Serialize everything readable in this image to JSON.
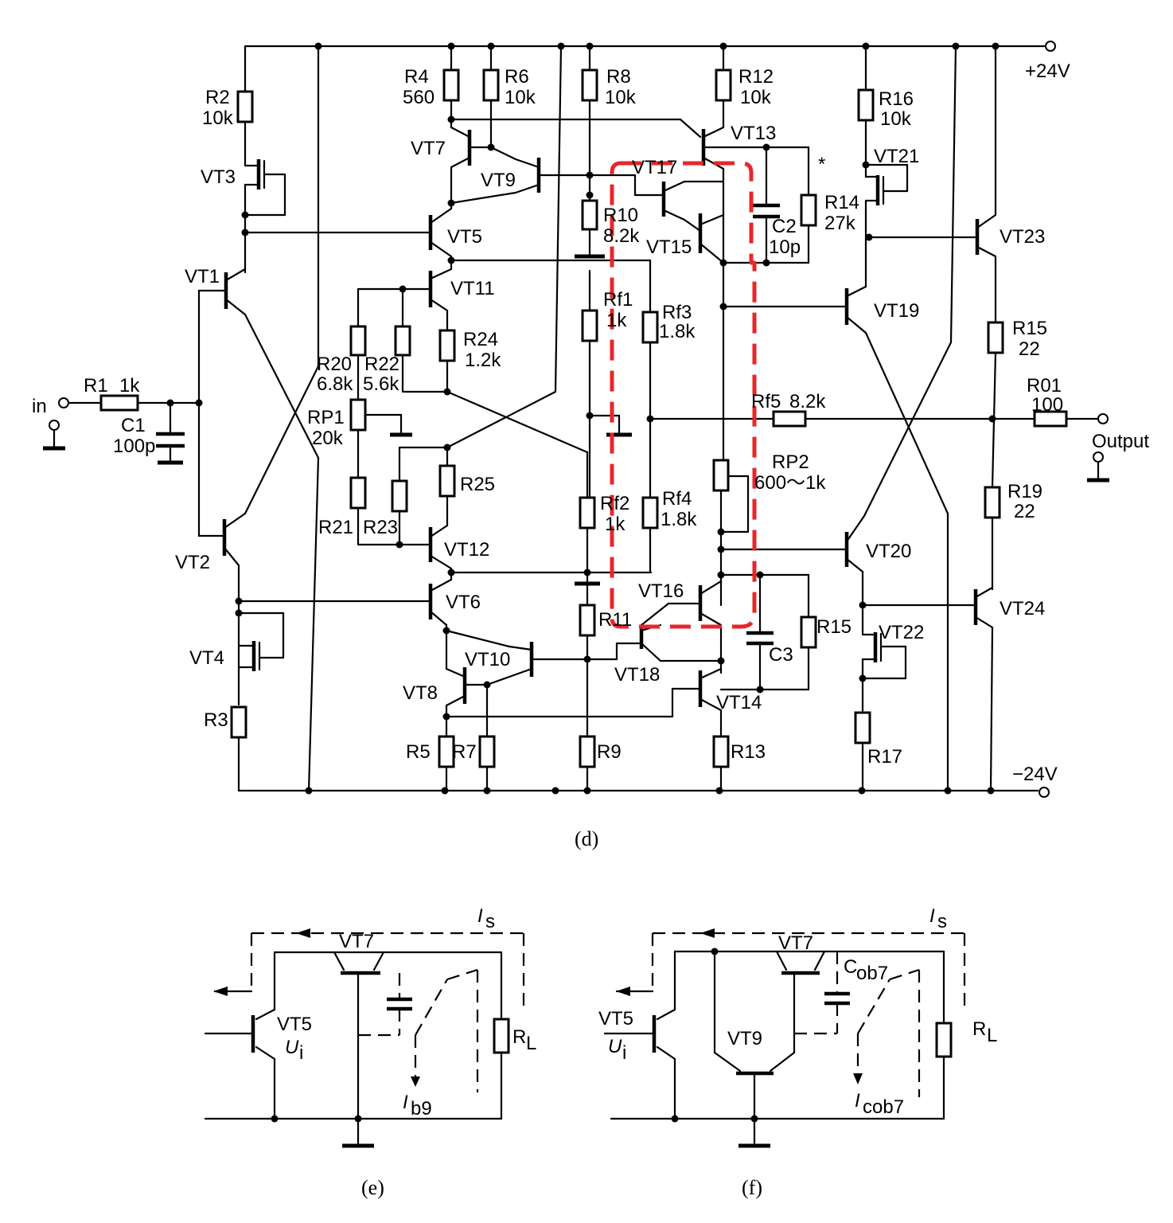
{
  "figure_d": {
    "caption": "(d)",
    "power_pos": "+24V",
    "power_neg": "−24V",
    "input_label": "in",
    "output_label": "Output",
    "parts": {
      "R1": "R1",
      "R1_val": "1k",
      "C1": "C1",
      "C1_val": "100p",
      "R2": "R2",
      "R2_val": "10k",
      "R3": "R3",
      "R4": "R4",
      "R4_val": "560",
      "R5": "R5",
      "R6": "R6",
      "R6_val": "10k",
      "R7": "R7",
      "R8": "R8",
      "R8_val": "10k",
      "R9": "R9",
      "R10": "R10",
      "R10_val": "8.2k",
      "R11": "R11",
      "R12": "R12",
      "R12_val": "10k",
      "R13": "R13",
      "R14": "R14",
      "R14_val": "27k",
      "R15a": "R15",
      "R15a_val": "22",
      "R15b": "R15",
      "R16": "R16",
      "R16_val": "10k",
      "R17": "R17",
      "R19": "R19",
      "R19_val": "22",
      "R20": "R20",
      "R20_val": "6.8k",
      "R21": "R21",
      "R22": "R22",
      "R22_val": "5.6k",
      "R23": "R23",
      "R24": "R24",
      "R24_val": "1.2k",
      "R25": "R25",
      "R01": "R01",
      "R01_val": "100",
      "RP1": "RP1",
      "RP1_val": "20k",
      "RP2": "RP2",
      "RP2_val": "600～1k",
      "Rf1": "Rf1",
      "Rf1_val": "1k",
      "Rf2": "Rf2",
      "Rf2_val": "1k",
      "Rf3": "Rf3",
      "Rf3_val": "1.8k",
      "Rf4": "Rf4",
      "Rf4_val": "1.8k",
      "Rf5": "Rf5",
      "Rf5_val": "8.2k",
      "C2": "C2",
      "C2_val": "10p",
      "C3": "C3"
    },
    "transistors": [
      "VT1",
      "VT2",
      "VT3",
      "VT4",
      "VT5",
      "VT6",
      "VT7",
      "VT8",
      "VT9",
      "VT10",
      "VT11",
      "VT12",
      "VT13",
      "VT14",
      "VT15",
      "VT16",
      "VT17",
      "VT18",
      "VT19",
      "VT20",
      "VT21",
      "VT22",
      "VT23",
      "VT24"
    ],
    "marker": "*"
  },
  "figure_e": {
    "caption": "(e)",
    "vt7": "VT7",
    "vt5": "VT5",
    "ui": "U",
    "ui_sub": "i",
    "is": "I",
    "is_sub": "s",
    "ib9": "I",
    "ib9_sub": "b9",
    "rl": "R",
    "rl_sub": "L"
  },
  "figure_f": {
    "caption": "(f)",
    "vt7": "VT7",
    "vt5": "VT5",
    "vt9": "VT9",
    "ui": "U",
    "ui_sub": "i",
    "is": "I",
    "is_sub": "s",
    "cob7": "C",
    "cob7_sub": "ob7",
    "icob7": "I",
    "icob7_sub": "cob7",
    "rl": "R",
    "rl_sub": "L"
  }
}
